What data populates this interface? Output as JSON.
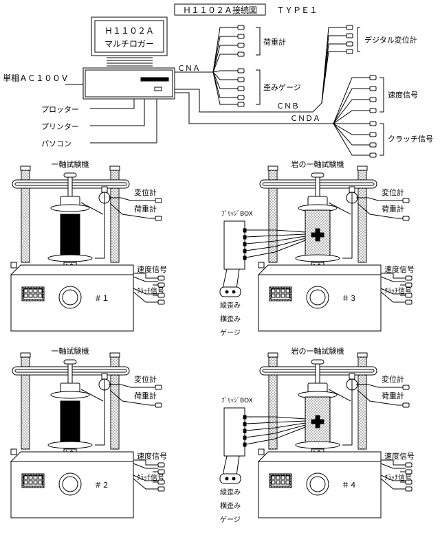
{
  "header": {
    "title": "Ｈ１１０２Ａ接続図",
    "type_label": "ＴＹＰＥ１"
  },
  "logger": {
    "model": "Ｈ１１０２Ａ",
    "name": "マルチロガー",
    "power_label": "単相ＡＣ１００Ｖ",
    "outputs": [
      "プロッター",
      "プリンター",
      "パソコン"
    ]
  },
  "cables": {
    "cna": "ＣＮＡ",
    "cnb": "ＣＮＢ",
    "cnda": "ＣＮＤＡ"
  },
  "sensors": {
    "load": "荷重計",
    "strain": "歪みゲージ",
    "digital_disp": "デジタル変位計",
    "speed": "速度信号",
    "clutch": "クラッチ信号"
  },
  "machines": [
    {
      "title": "一軸試験機",
      "number": "＃１",
      "rock": false
    },
    {
      "title": "岩の一軸試験機",
      "number": "＃３",
      "rock": true
    },
    {
      "title": "一軸試験機",
      "number": "＃２",
      "rock": false
    },
    {
      "title": "岩の一軸試験機",
      "number": "＃４",
      "rock": true
    }
  ],
  "machine_labels": {
    "disp": "変位計",
    "load": "荷重計",
    "speed": "速度信号",
    "clutch": "ｸﾗｯﾁ信号",
    "bridge": "ﾌﾞﾘｯｼﾞBOX",
    "vertical_strain": "縦歪み",
    "horizontal_strain": "横歪み",
    "gauge": "ゲージ"
  }
}
